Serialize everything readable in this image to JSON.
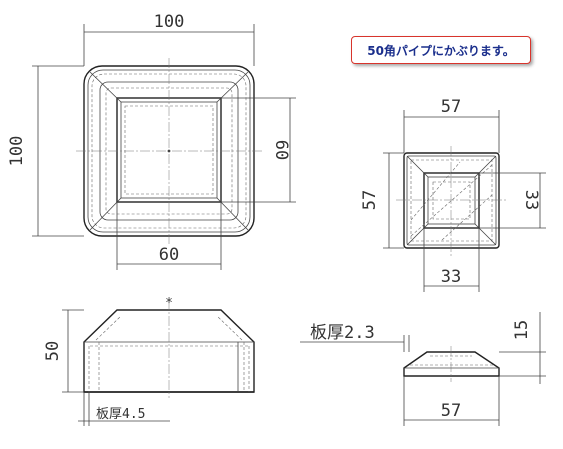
{
  "note": "50角パイプにかぶります。",
  "large_top": {
    "width": "100",
    "height": "100",
    "inner_width": "60",
    "inner_height": "60"
  },
  "large_side": {
    "height": "50",
    "thickness": "板厚4.5"
  },
  "small_top": {
    "width": "57",
    "height": "57",
    "inner_width": "33",
    "inner_height": "33"
  },
  "small_side": {
    "height": "15",
    "width": "57",
    "thickness": "板厚2.3"
  }
}
